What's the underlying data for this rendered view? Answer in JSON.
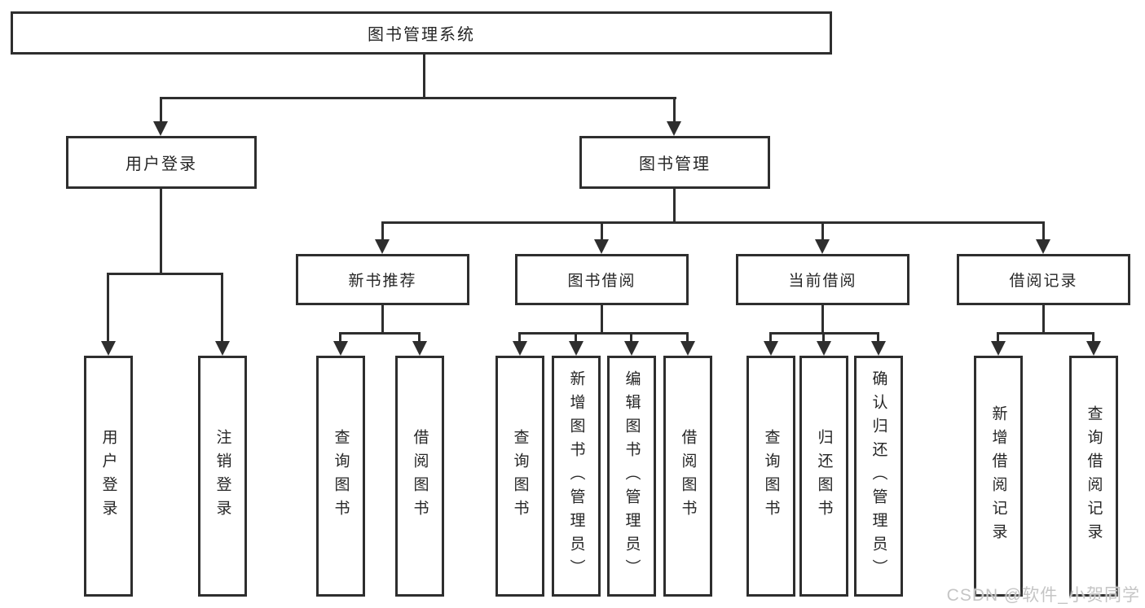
{
  "watermark": "CSDN @软件_小贺同学",
  "colors": {
    "line": "#2e2e2e",
    "text": "#262626",
    "background": "#ffffff",
    "watermark": "#c5c5c5"
  },
  "diagram": {
    "type": "hierarchy",
    "root": {
      "label": "图书管理系统",
      "children": [
        {
          "label": "用户登录",
          "children": [
            {
              "label": "用户登录"
            },
            {
              "label": "注销登录"
            }
          ]
        },
        {
          "label": "图书管理",
          "children": [
            {
              "label": "新书推荐",
              "children": [
                {
                  "label": "查询图书"
                },
                {
                  "label": "借阅图书"
                }
              ]
            },
            {
              "label": "图书借阅",
              "children": [
                {
                  "label": "查询图书"
                },
                {
                  "label": "新增图书（管理员）"
                },
                {
                  "label": "编辑图书（管理员）"
                },
                {
                  "label": "借阅图书"
                }
              ]
            },
            {
              "label": "当前借阅",
              "children": [
                {
                  "label": "查询图书"
                },
                {
                  "label": "归还图书"
                },
                {
                  "label": "确认归还（管理员）"
                }
              ]
            },
            {
              "label": "借阅记录",
              "children": [
                {
                  "label": "新增借阅记录"
                },
                {
                  "label": "查询借阅记录"
                }
              ]
            }
          ]
        }
      ]
    }
  }
}
